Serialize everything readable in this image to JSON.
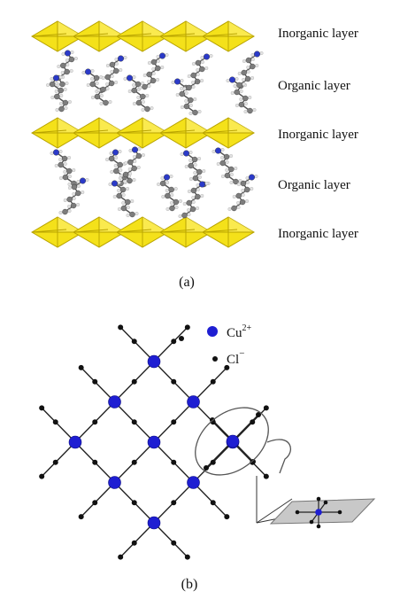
{
  "panel_a": {
    "layer_labels": [
      "Inorganic layer",
      "Organic layer",
      "Inorganic layer",
      "Organic layer",
      "Inorganic layer"
    ],
    "caption": "(a)"
  },
  "panel_b": {
    "legend": {
      "cu_symbol": "Cu",
      "cu_charge": "2+",
      "cl_symbol": "Cl",
      "cl_charge": "−"
    },
    "caption": "(b)"
  },
  "colors": {
    "octahedron_fill": "#f4e11a",
    "octahedron_edge": "#b8a300",
    "copper": "#1e1ed2",
    "chloride": "#111111",
    "nitrogen": "#2b3ac8",
    "carbon": "#7d7d7d",
    "hydrogen": "#e3e3e3",
    "plane": "#c8c8c8"
  },
  "icons": {
    "octahedron": "octahedron-icon",
    "copper_atom": "copper-atom-icon",
    "chloride_atom": "chloride-atom-icon"
  }
}
